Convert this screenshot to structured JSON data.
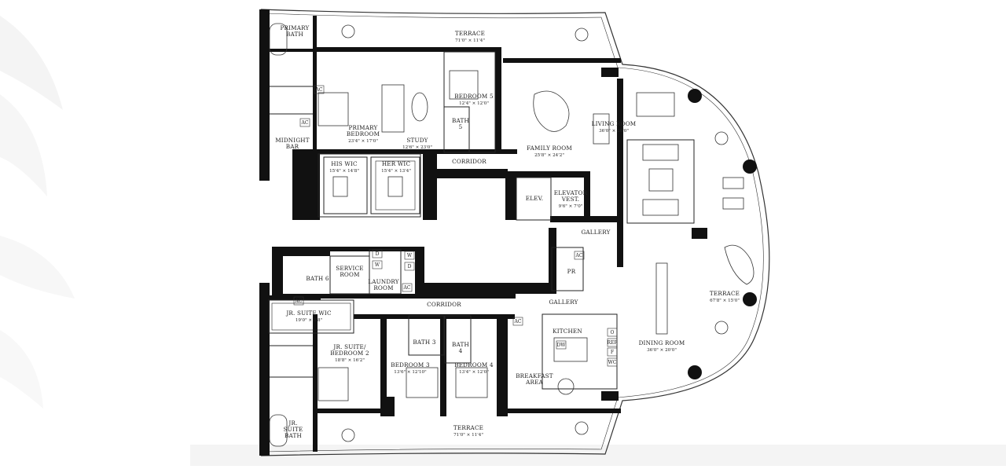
{
  "plan": {
    "rooms": [
      {
        "id": "primary-bath",
        "label": "PRIMARY\nBATH",
        "dim": ""
      },
      {
        "id": "terrace-top",
        "label": "TERRACE",
        "dim": "71'0\" × 11'4\""
      },
      {
        "id": "primary-bedroom",
        "label": "PRIMARY\nBEDROOM",
        "dim": "23'4\" × 17'0\""
      },
      {
        "id": "study",
        "label": "STUDY",
        "dim": "12'6\" × 23'0\""
      },
      {
        "id": "bedroom-5",
        "label": "BEDROOM 5",
        "dim": "12'4\" × 12'0\""
      },
      {
        "id": "bath-5",
        "label": "BATH\n5",
        "dim": ""
      },
      {
        "id": "family-room",
        "label": "FAMILY ROOM",
        "dim": "25'8\" × 24'2\""
      },
      {
        "id": "living-room",
        "label": "LIVING ROOM",
        "dim": "36'0\" × 20'0\""
      },
      {
        "id": "midnight-bar",
        "label": "MIDNIGHT\nBAR",
        "dim": ""
      },
      {
        "id": "his-wic",
        "label": "HIS WIC",
        "dim": "15'4\" × 14'8\""
      },
      {
        "id": "her-wic",
        "label": "HER WIC",
        "dim": "15'4\" × 13'4\""
      },
      {
        "id": "corridor-top",
        "label": "CORRIDOR",
        "dim": ""
      },
      {
        "id": "elev",
        "label": "ELEV.",
        "dim": ""
      },
      {
        "id": "elevator-vest",
        "label": "ELEVATOR\nVEST.",
        "dim": "9'6\" × 7'0\""
      },
      {
        "id": "gallery-top",
        "label": "GALLERY",
        "dim": ""
      },
      {
        "id": "service-room",
        "label": "SERVICE\nROOM",
        "dim": ""
      },
      {
        "id": "bath-6",
        "label": "BATH 6",
        "dim": ""
      },
      {
        "id": "laundry-room",
        "label": "LAUNDRY\nROOM",
        "dim": ""
      },
      {
        "id": "pr",
        "label": "PR",
        "dim": ""
      },
      {
        "id": "terrace-right",
        "label": "TERRACE",
        "dim": "67'8\" × 15'0\""
      },
      {
        "id": "corridor-bottom",
        "label": "CORRIDOR",
        "dim": ""
      },
      {
        "id": "gallery-bottom",
        "label": "GALLERY",
        "dim": ""
      },
      {
        "id": "jr-suite-wic",
        "label": "JR. SUITE WIC",
        "dim": "19'0\" × 8'8\""
      },
      {
        "id": "kitchen",
        "label": "KITCHEN",
        "dim": ""
      },
      {
        "id": "bath-3",
        "label": "BATH 3",
        "dim": ""
      },
      {
        "id": "bath-4",
        "label": "BATH\n4",
        "dim": ""
      },
      {
        "id": "jr-suite-bedroom-2",
        "label": "JR. SUITE/\nBEDROOM 2",
        "dim": "18'8\" × 16'2\""
      },
      {
        "id": "bedroom-3",
        "label": "BEDROOM 3",
        "dim": "13'6\" × 12'10\""
      },
      {
        "id": "bedroom-4",
        "label": "BEDROOM 4",
        "dim": "13'4\" × 12'0\""
      },
      {
        "id": "dining-room",
        "label": "DINING ROOM",
        "dim": "36'0\" × 20'0\""
      },
      {
        "id": "breakfast-area",
        "label": "BREAKFAST\nAREA",
        "dim": ""
      },
      {
        "id": "terrace-bottom",
        "label": "TERRACE",
        "dim": "71'0\" × 11'4\""
      },
      {
        "id": "jr-suite-bath",
        "label": "JR.\nSUITE\nBATH",
        "dim": ""
      }
    ],
    "equipment": [
      "AC",
      "AC",
      "AC",
      "AC",
      "AC",
      "AC",
      "D",
      "W",
      "W",
      "D",
      "DW",
      "O",
      "REF",
      "F",
      "WC"
    ]
  }
}
